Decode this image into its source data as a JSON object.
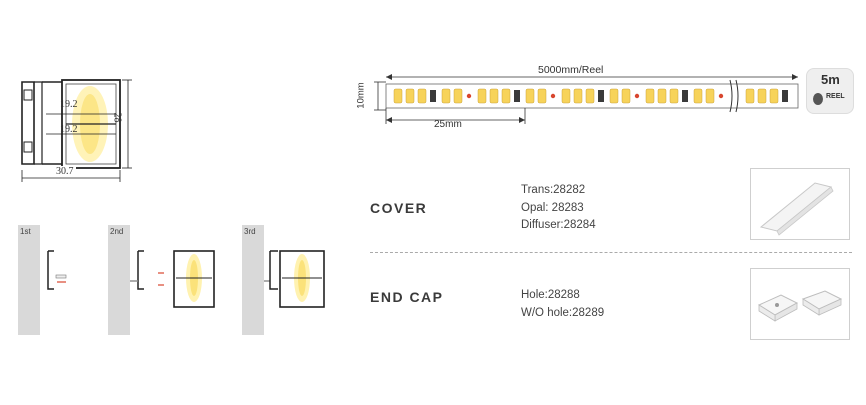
{
  "profile": {
    "dim_inner_top": "19.2",
    "dim_inner_bottom": "19.2",
    "dim_height": "28",
    "dim_width": "30.7"
  },
  "installation": {
    "steps": [
      "1st",
      "2nd",
      "3rd"
    ]
  },
  "strip": {
    "length_label": "5000mm/Reel",
    "width_label": "10mm",
    "pitch_label": "25mm",
    "reel_amount": "5m",
    "reel_word": "REEL"
  },
  "cover": {
    "heading": "COVER",
    "options": [
      "Trans:28282",
      "Opal: 28283",
      "Diffuser:28284"
    ]
  },
  "end_cap": {
    "heading": "END CAP",
    "options": [
      "Hole:28288",
      "W/O hole:28289"
    ]
  },
  "colors": {
    "led_warm": "#f7d35a",
    "led_glow": "#fff4b8",
    "profile_line": "#222222",
    "wall": "#d9d9d9",
    "connector_red": "#d8462e"
  }
}
